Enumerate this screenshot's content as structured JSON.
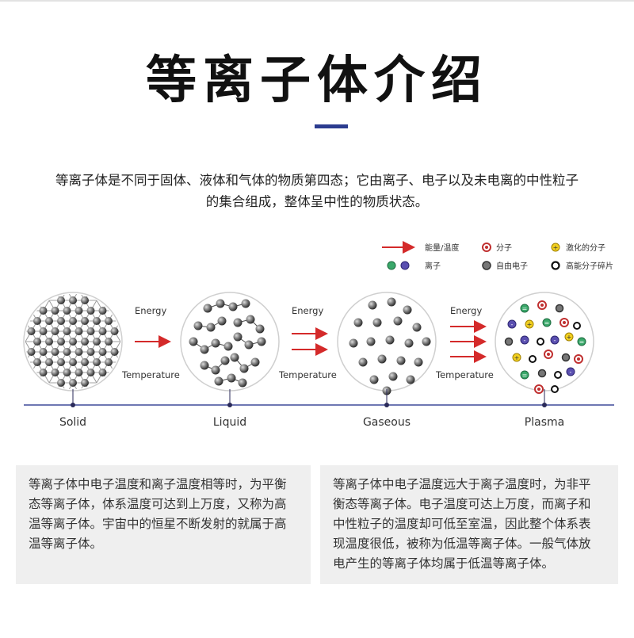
{
  "title": "等离子体介绍",
  "intro": [
    "等离子体是不同于固体、液体和气体的物质第四态；它由离子、电子以及未电离的中性粒子",
    "的集合组成，整体呈中性的物质状态。"
  ],
  "legend": {
    "energy_temp": "能量/温度",
    "molecule": "分子",
    "excited_molecule": "激化的分子",
    "ion": "离子",
    "free_electron": "自由电子",
    "fragment": "高能分子碎片"
  },
  "arrows": {
    "energy": "Energy",
    "temperature": "Temperature"
  },
  "states": [
    "Solid",
    "Liquid",
    "Gaseous",
    "Plasma"
  ],
  "cards": [
    [
      "等离子体中电子温度和离子温度相等时，为平衡",
      "态等离子体，体系温度可达到上万度，又称为高",
      "温等离子体。宇宙中的恒星不断发射的就属于高",
      "温等离子体。"
    ],
    [
      "等离子体中电子温度远大于离子温度时，为非平",
      "衡态等离子体。电子温度可达上万度，而离子和",
      "中性粒子的温度却可低至室温，因此整个体系表",
      "现温度很低，被称为低温等离子体。一般气体放",
      "电产生的等离子体均属于低温等离子体。"
    ]
  ],
  "colors": {
    "accent": "#2b3c8f",
    "arrow": "#d42a2a",
    "axis": "#3e4a9a",
    "card_bg": "#efefef"
  }
}
